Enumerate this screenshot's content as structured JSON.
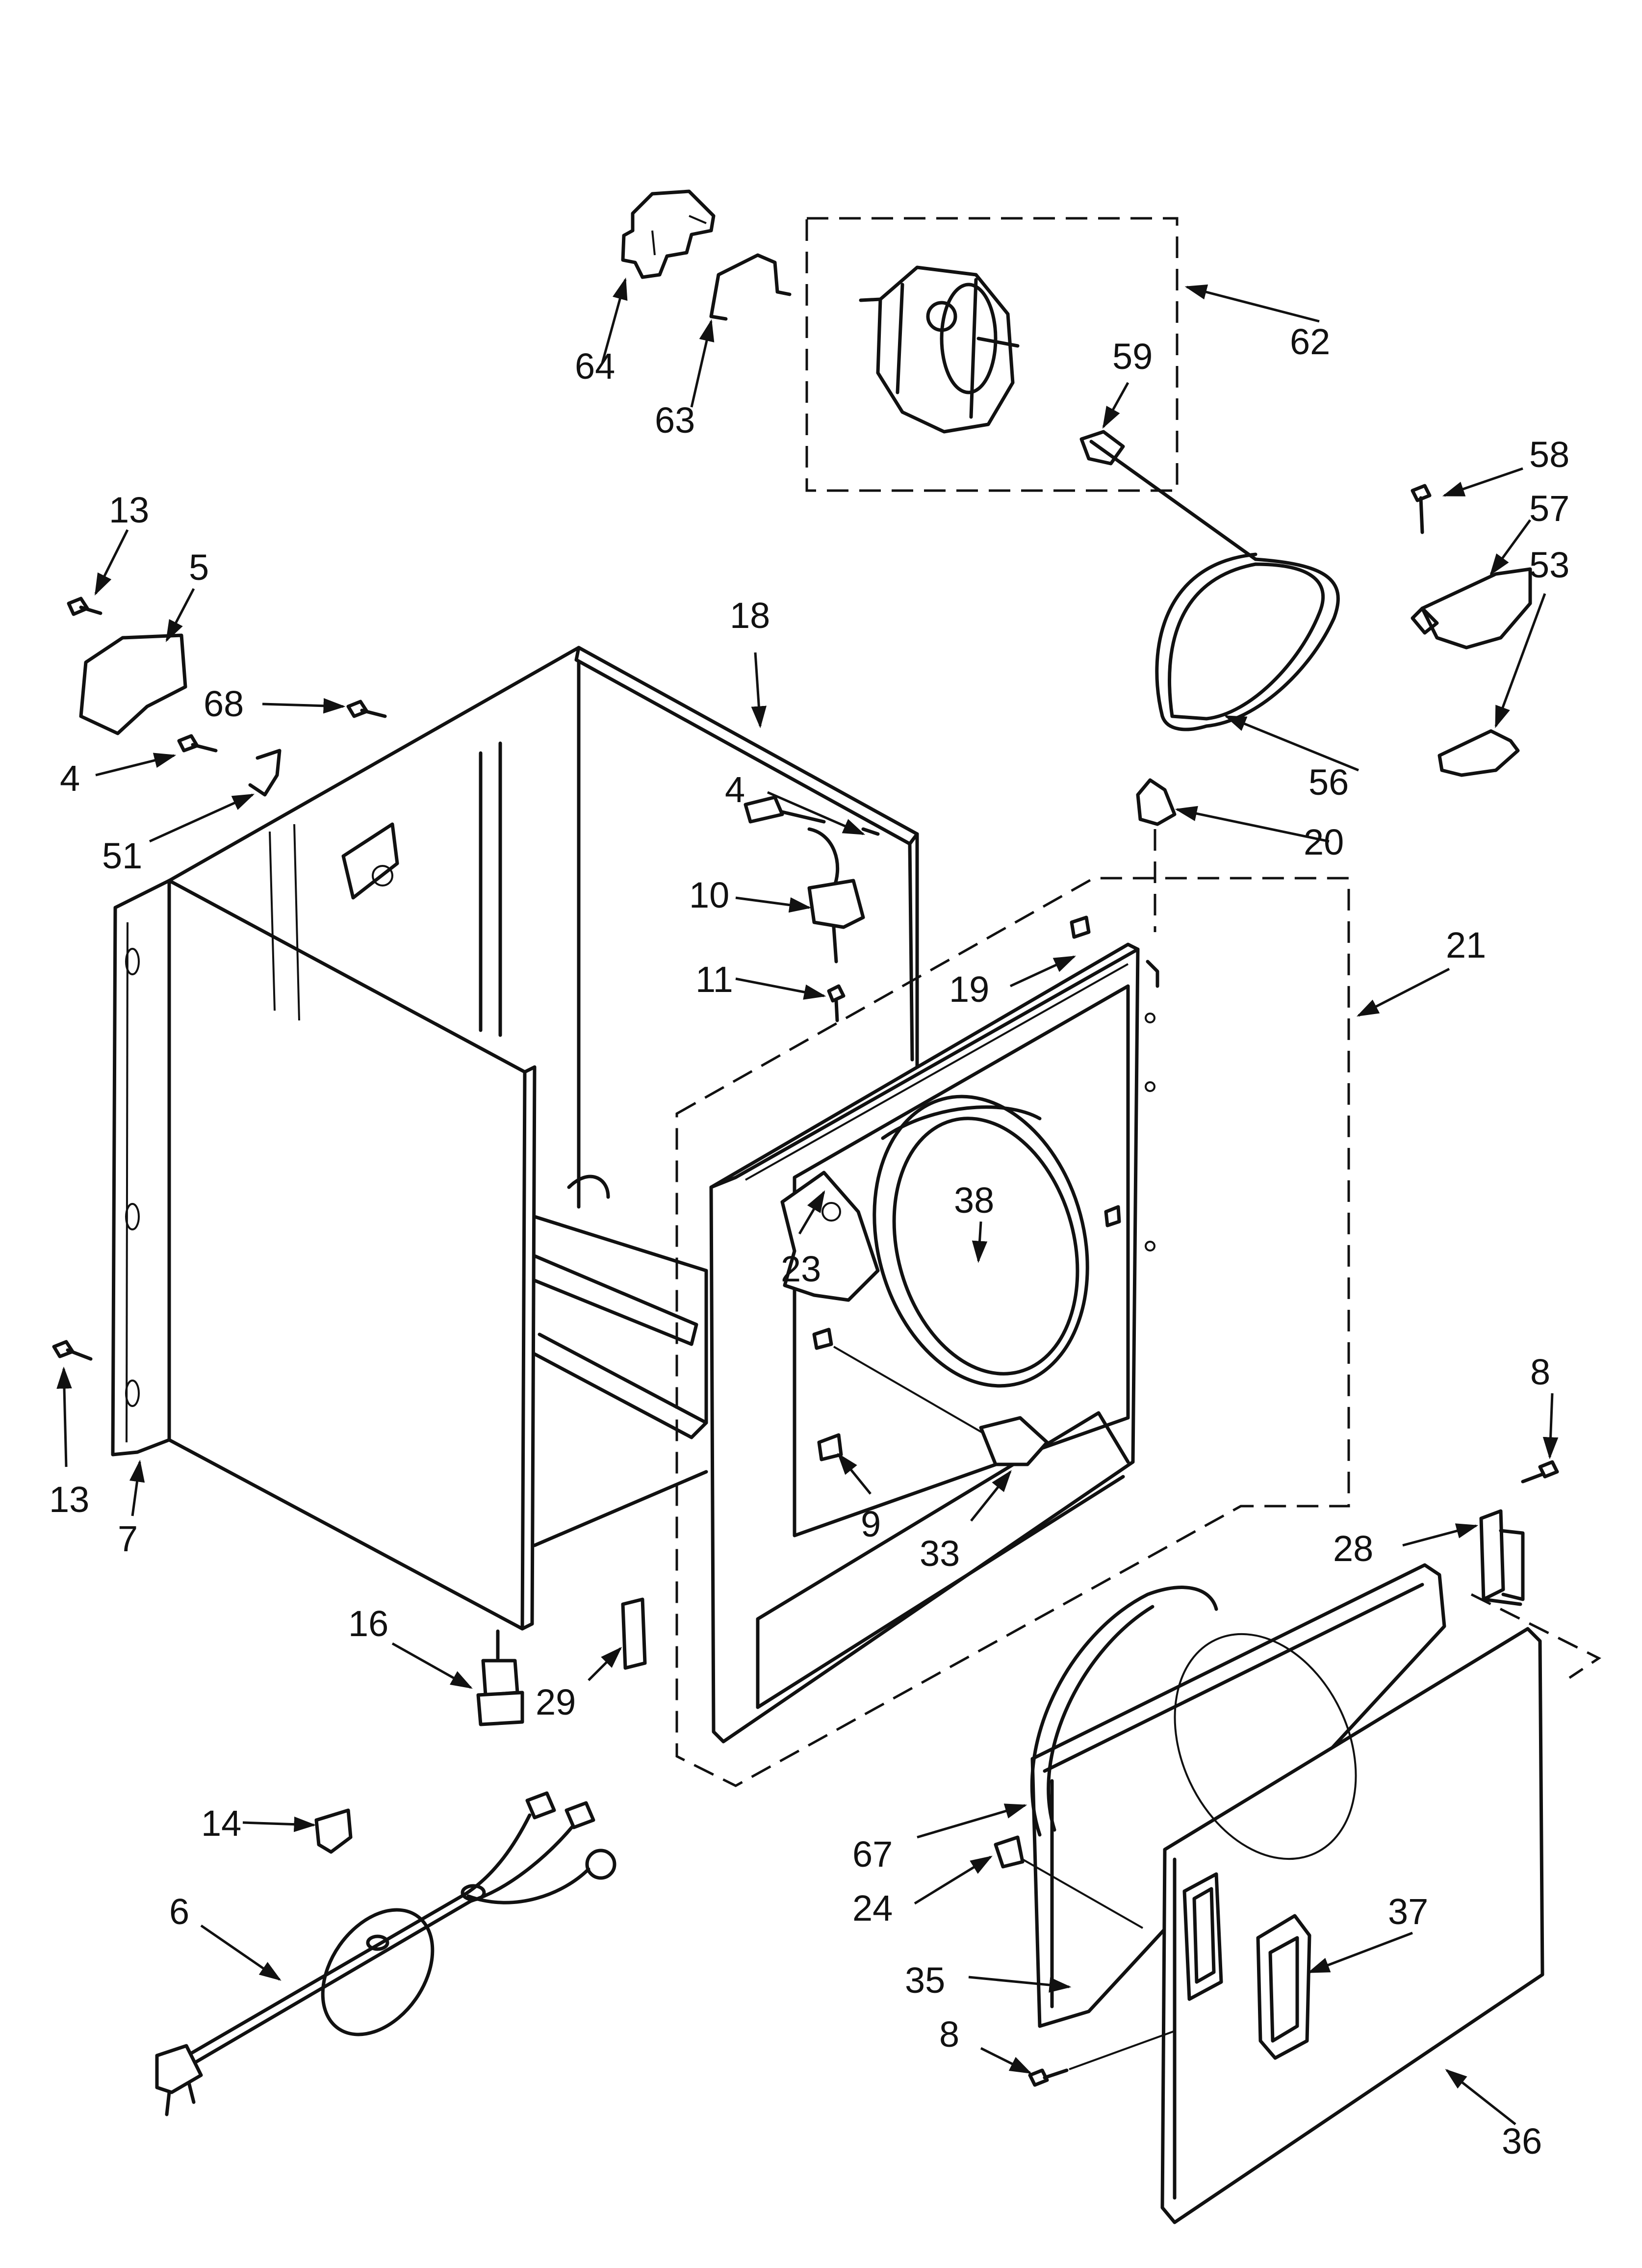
{
  "colors": {
    "ink": "#111111",
    "background": "#ffffff"
  },
  "callouts": [
    {
      "key": "c64",
      "label": "64"
    },
    {
      "key": "c63",
      "label": "63"
    },
    {
      "key": "c62",
      "label": "62"
    },
    {
      "key": "c59",
      "label": "59"
    },
    {
      "key": "c58",
      "label": "58"
    },
    {
      "key": "c57",
      "label": "57"
    },
    {
      "key": "c53",
      "label": "53"
    },
    {
      "key": "c13a",
      "label": "13"
    },
    {
      "key": "c5",
      "label": "5"
    },
    {
      "key": "c68",
      "label": "68"
    },
    {
      "key": "c18",
      "label": "18"
    },
    {
      "key": "c4a",
      "label": "4"
    },
    {
      "key": "c51",
      "label": "51"
    },
    {
      "key": "c4b",
      "label": "4"
    },
    {
      "key": "c56",
      "label": "56"
    },
    {
      "key": "c20",
      "label": "20"
    },
    {
      "key": "c10",
      "label": "10"
    },
    {
      "key": "c21",
      "label": "21"
    },
    {
      "key": "c11",
      "label": "11"
    },
    {
      "key": "c19",
      "label": "19"
    },
    {
      "key": "c38",
      "label": "38"
    },
    {
      "key": "c23",
      "label": "23"
    },
    {
      "key": "c8a",
      "label": "8"
    },
    {
      "key": "c13b",
      "label": "13"
    },
    {
      "key": "c7",
      "label": "7"
    },
    {
      "key": "c9",
      "label": "9"
    },
    {
      "key": "c33",
      "label": "33"
    },
    {
      "key": "c28",
      "label": "28"
    },
    {
      "key": "c16",
      "label": "16"
    },
    {
      "key": "c29",
      "label": "29"
    },
    {
      "key": "c14",
      "label": "14"
    },
    {
      "key": "c67",
      "label": "67"
    },
    {
      "key": "c24",
      "label": "24"
    },
    {
      "key": "c6",
      "label": "6"
    },
    {
      "key": "c37",
      "label": "37"
    },
    {
      "key": "c35",
      "label": "35"
    },
    {
      "key": "c8b",
      "label": "8"
    },
    {
      "key": "c36",
      "label": "36"
    }
  ]
}
